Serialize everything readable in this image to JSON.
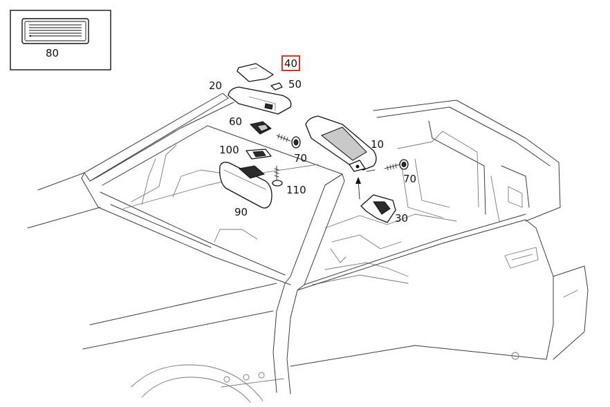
{
  "diagram": {
    "highlight_color": "#e0301e",
    "inset": {
      "label": "80"
    },
    "callouts": [
      {
        "id": "40",
        "label": "40",
        "highlighted": true
      },
      {
        "id": "50",
        "label": "50"
      },
      {
        "id": "20",
        "label": "20"
      },
      {
        "id": "60",
        "label": "60"
      },
      {
        "id": "10",
        "label": "10"
      },
      {
        "id": "100",
        "label": "100"
      },
      {
        "id": "70a",
        "label": "70"
      },
      {
        "id": "70b",
        "label": "70"
      },
      {
        "id": "110",
        "label": "110"
      },
      {
        "id": "90",
        "label": "90"
      },
      {
        "id": "30",
        "label": "30"
      }
    ]
  }
}
